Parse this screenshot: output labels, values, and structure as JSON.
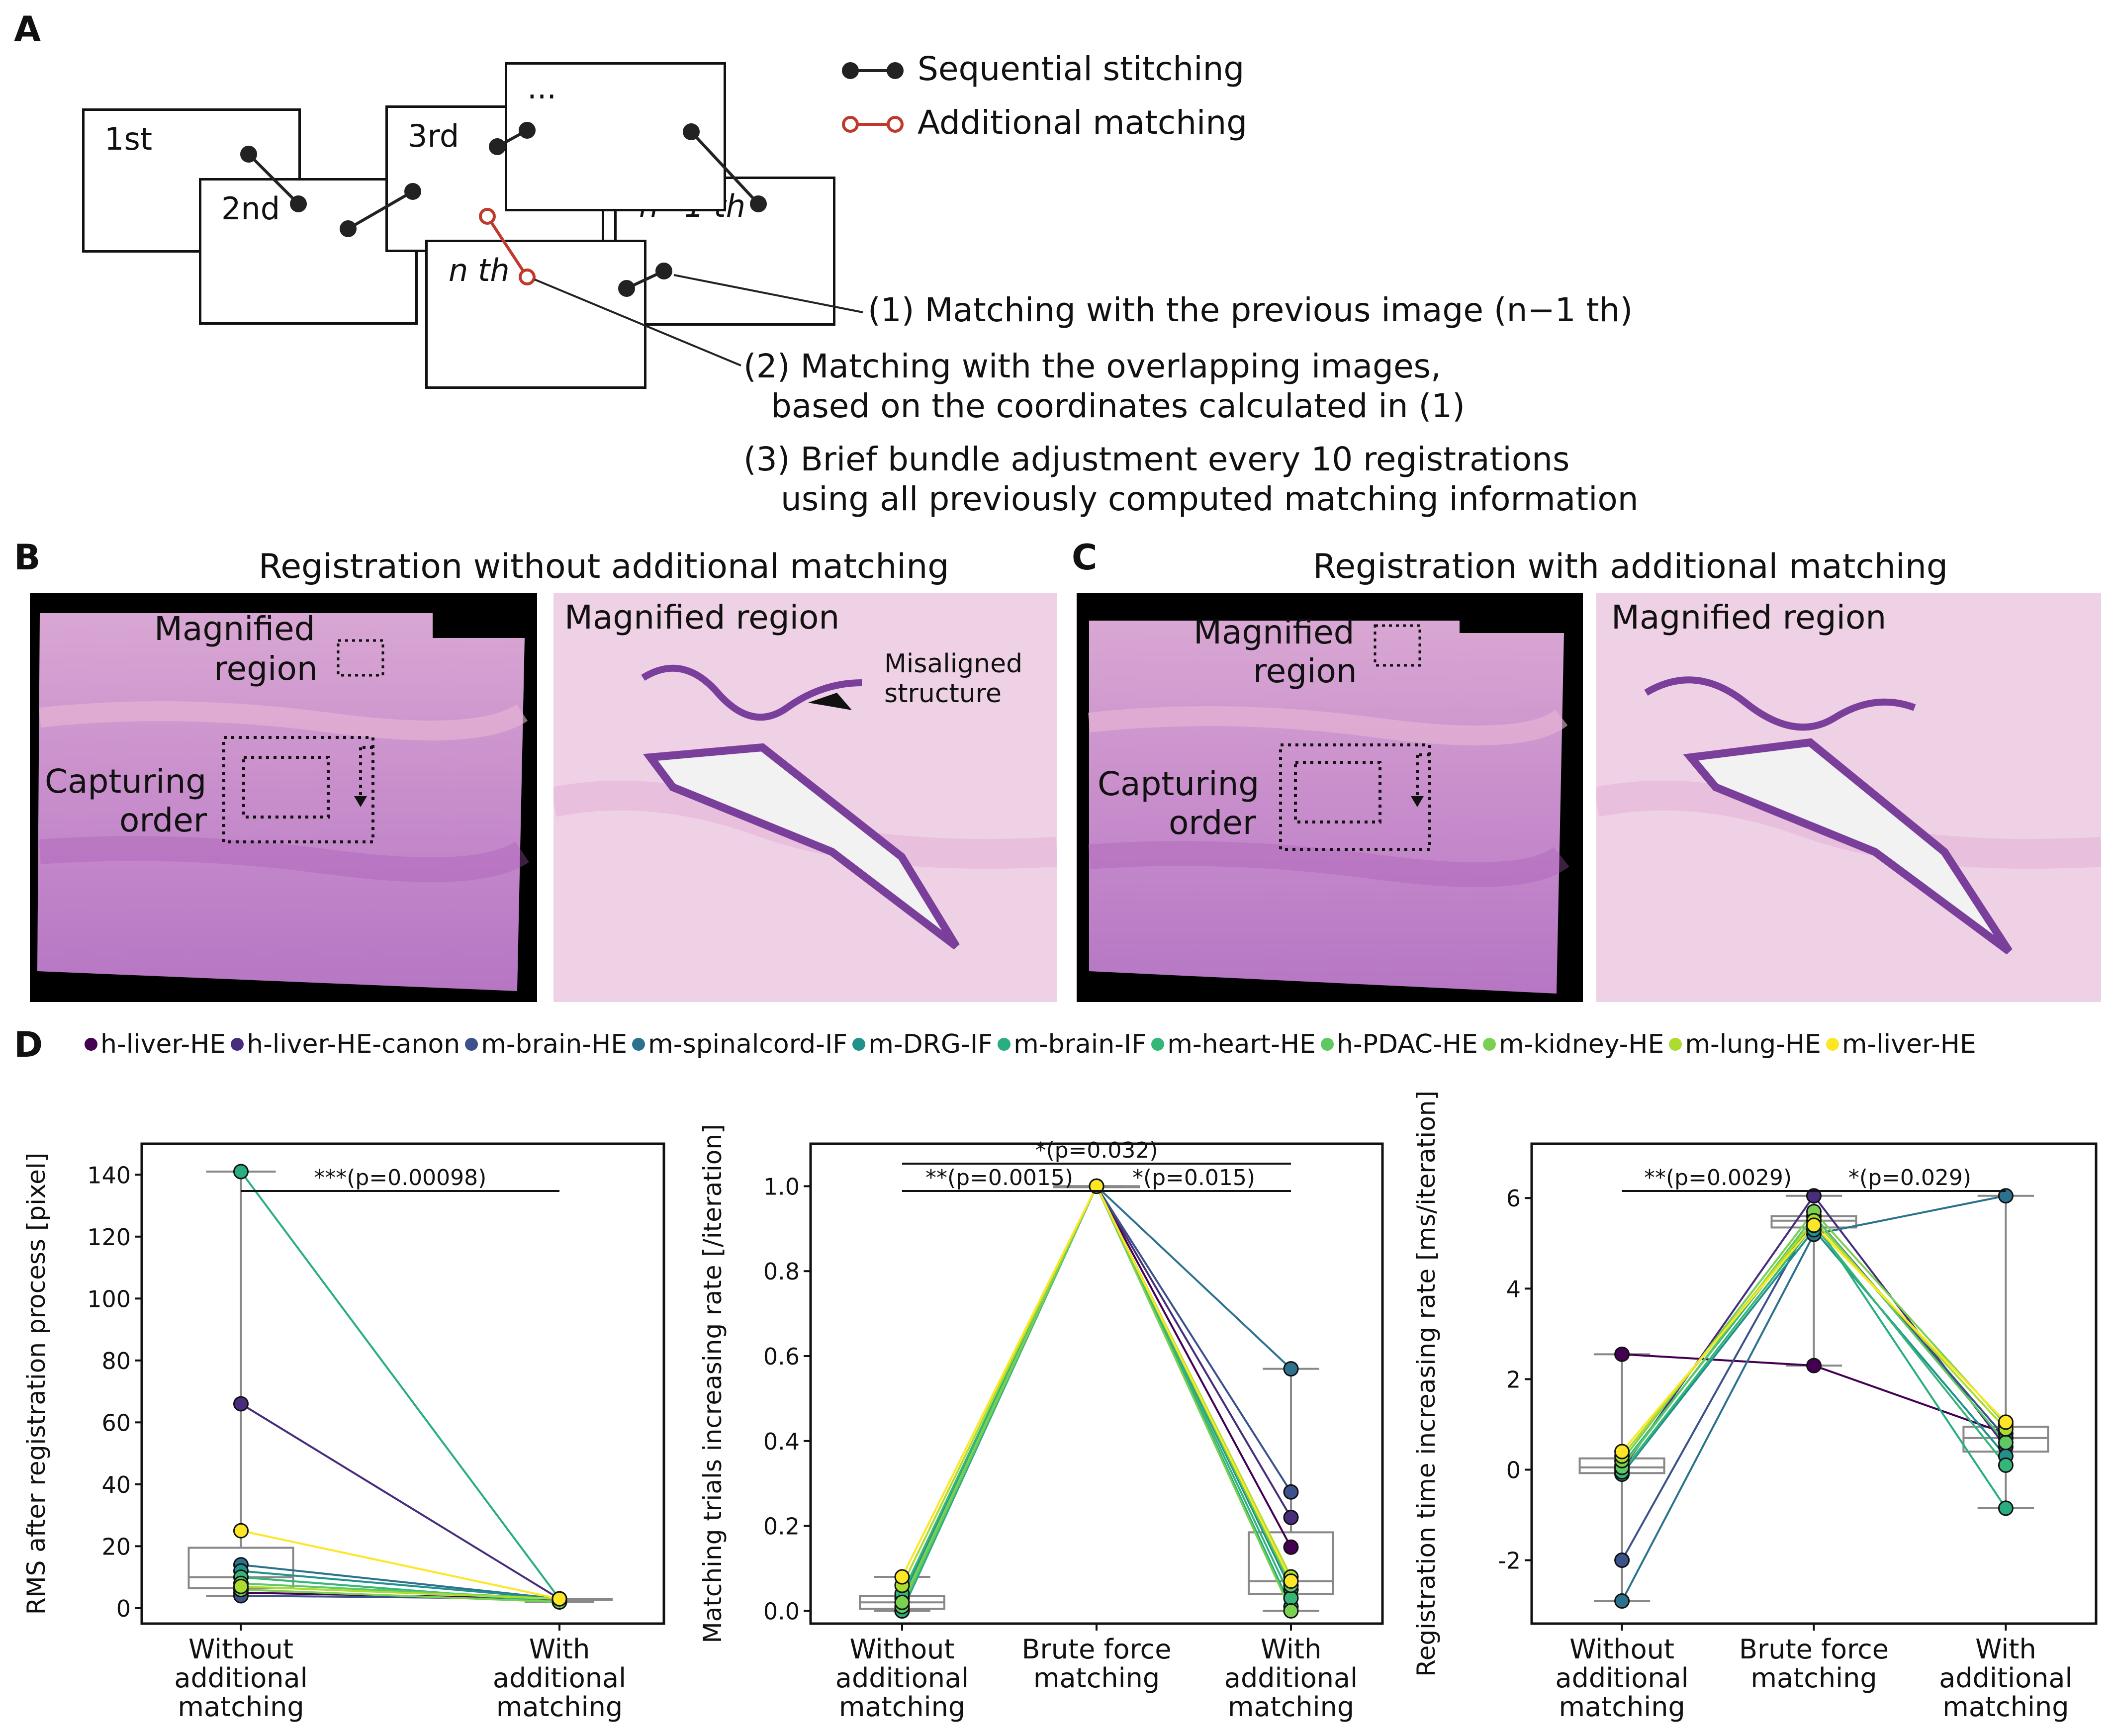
{
  "panels": {
    "A": "A",
    "B": "B",
    "C": "C",
    "D": "D"
  },
  "panel_a": {
    "tiles": {
      "first": "1st",
      "second": "2nd",
      "third": "3rd",
      "dots": "...",
      "n_minus_1": "n−1 th",
      "n": "n th"
    },
    "legend": {
      "sequential": "Sequential stitching",
      "additional": "Additional matching"
    },
    "step1": "(1) Matching with the previous image (n−1 th)",
    "step2_line1": "(2) Matching with the overlapping images,",
    "step2_line2": "based on the coordinates calculated in (1)",
    "step3_line1": "(3) Brief bundle adjustment every 10 registrations",
    "step3_line2": "using all previously computed matching information",
    "colors": {
      "sequential": "#222222",
      "additional": "#c0392b"
    }
  },
  "panel_b": {
    "title": "Registration without additional matching",
    "magnified_label_line1": "Magnified",
    "magnified_label_line2": "region",
    "capturing_line1": "Capturing",
    "capturing_line2": "order",
    "zoom_title": "Magnified region",
    "misaligned_line1": "Misaligned",
    "misaligned_line2": "structure"
  },
  "panel_c": {
    "title": "Registration with additional matching",
    "magnified_label_line1": "Magnified",
    "magnified_label_line2": "region",
    "capturing_line1": "Capturing",
    "capturing_line2": "order",
    "zoom_title": "Magnified region"
  },
  "legend_d": [
    {
      "name": "h-liver-HE",
      "color": "#440154"
    },
    {
      "name": "h-liver-HE-canon",
      "color": "#472d7b"
    },
    {
      "name": "m-brain-HE",
      "color": "#3b528b"
    },
    {
      "name": "m-spinalcord-IF",
      "color": "#2c728e"
    },
    {
      "name": "m-DRG-IF",
      "color": "#21918c"
    },
    {
      "name": "m-brain-IF",
      "color": "#28ae80"
    },
    {
      "name": "m-heart-HE",
      "color": "#34b679"
    },
    {
      "name": "h-PDAC-HE",
      "color": "#5ec962"
    },
    {
      "name": "m-kidney-HE",
      "color": "#7ad151"
    },
    {
      "name": "m-lung-HE",
      "color": "#addc30"
    },
    {
      "name": "m-liver-HE",
      "color": "#fde725"
    }
  ],
  "chart_data": [
    {
      "type": "box",
      "ylabel": "RMS after registration process [pixel]",
      "categories": [
        "Without additional matching",
        "With additional matching"
      ],
      "category_lines": [
        [
          "Without",
          "additional",
          "matching"
        ],
        [
          "With",
          "additional",
          "matching"
        ]
      ],
      "yticks": [
        0,
        20,
        40,
        60,
        80,
        100,
        120,
        140
      ],
      "ylim": [
        -5,
        150
      ],
      "annotations": [
        {
          "text": "***(p=0.00098)",
          "from": 0,
          "to": 1,
          "level": 0
        }
      ],
      "series": [
        {
          "name": "h-liver-HE",
          "values": [
            5,
            3
          ]
        },
        {
          "name": "h-liver-HE-canon",
          "values": [
            66,
            3
          ]
        },
        {
          "name": "m-brain-HE",
          "values": [
            4,
            3
          ]
        },
        {
          "name": "m-spinalcord-IF",
          "values": [
            14,
            3
          ]
        },
        {
          "name": "m-DRG-IF",
          "values": [
            12,
            3
          ]
        },
        {
          "name": "m-brain-IF",
          "values": [
            141,
            3
          ]
        },
        {
          "name": "m-heart-HE",
          "values": [
            10,
            2
          ]
        },
        {
          "name": "h-PDAC-HE",
          "values": [
            8,
            3
          ]
        },
        {
          "name": "m-kidney-HE",
          "values": [
            6,
            2
          ]
        },
        {
          "name": "m-lung-HE",
          "values": [
            7,
            3
          ]
        },
        {
          "name": "m-liver-HE",
          "values": [
            25,
            3
          ]
        }
      ]
    },
    {
      "type": "box",
      "ylabel": "Matching trials increasing rate [/iteration]",
      "categories": [
        "Without additional matching",
        "Brute force matching",
        "With additional matching"
      ],
      "category_lines": [
        [
          "Without",
          "additional",
          "matching"
        ],
        [
          "Brute force",
          "matching"
        ],
        [
          "With",
          "additional",
          "matching"
        ]
      ],
      "yticks": [
        0.0,
        0.2,
        0.4,
        0.6,
        0.8,
        1.0
      ],
      "ylim": [
        -0.03,
        1.1
      ],
      "annotations": [
        {
          "text": "**(p=0.0015)",
          "from": 0,
          "to": 1,
          "level": 0
        },
        {
          "text": "*(p=0.015)",
          "from": 1,
          "to": 2,
          "level": 0
        },
        {
          "text": "*(p=0.032)",
          "from": 0,
          "to": 2,
          "level": 1
        }
      ],
      "series": [
        {
          "name": "h-liver-HE",
          "values": [
            0.0,
            1.0,
            0.15
          ]
        },
        {
          "name": "h-liver-HE-canon",
          "values": [
            0.01,
            1.0,
            0.22
          ]
        },
        {
          "name": "m-brain-HE",
          "values": [
            0.0,
            1.0,
            0.28
          ]
        },
        {
          "name": "m-spinalcord-IF",
          "values": [
            0.02,
            1.0,
            0.57
          ]
        },
        {
          "name": "m-DRG-IF",
          "values": [
            0.03,
            1.0,
            0.05
          ]
        },
        {
          "name": "m-brain-IF",
          "values": [
            0.0,
            1.0,
            0.01
          ]
        },
        {
          "name": "m-heart-HE",
          "values": [
            0.04,
            1.0,
            0.03
          ]
        },
        {
          "name": "h-PDAC-HE",
          "values": [
            0.01,
            1.0,
            0.06
          ]
        },
        {
          "name": "m-kidney-HE",
          "values": [
            0.02,
            1.0,
            0.0
          ]
        },
        {
          "name": "m-lung-HE",
          "values": [
            0.06,
            1.0,
            0.08
          ]
        },
        {
          "name": "m-liver-HE",
          "values": [
            0.08,
            1.0,
            0.07
          ]
        }
      ]
    },
    {
      "type": "box",
      "ylabel": "Registration time increasing rate [ms/iteration]",
      "categories": [
        "Without additional matching",
        "Brute force matching",
        "With additional matching"
      ],
      "category_lines": [
        [
          "Without",
          "additional",
          "matching"
        ],
        [
          "Brute force",
          "matching"
        ],
        [
          "With",
          "additional",
          "matching"
        ]
      ],
      "yticks": [
        -2,
        0,
        2,
        4,
        6
      ],
      "ylim": [
        -3.4,
        7.2
      ],
      "annotations": [
        {
          "text": "**(p=0.0029)",
          "from": 0,
          "to": 1,
          "level": 0
        },
        {
          "text": "*(p=0.029)",
          "from": 1,
          "to": 2,
          "level": 0
        }
      ],
      "series": [
        {
          "name": "h-liver-HE",
          "values": [
            2.55,
            2.3,
            0.8
          ]
        },
        {
          "name": "h-liver-HE-canon",
          "values": [
            0.0,
            6.05,
            0.5
          ]
        },
        {
          "name": "m-brain-HE",
          "values": [
            -2.0,
            5.6,
            0.7
          ]
        },
        {
          "name": "m-spinalcord-IF",
          "values": [
            -2.9,
            5.2,
            6.05
          ]
        },
        {
          "name": "m-DRG-IF",
          "values": [
            -0.1,
            5.3,
            0.3
          ]
        },
        {
          "name": "m-brain-IF",
          "values": [
            0.1,
            5.5,
            -0.85
          ]
        },
        {
          "name": "m-heart-HE",
          "values": [
            -0.05,
            5.4,
            0.1
          ]
        },
        {
          "name": "h-PDAC-HE",
          "values": [
            0.05,
            5.6,
            0.6
          ]
        },
        {
          "name": "m-kidney-HE",
          "values": [
            0.2,
            5.7,
            1.0
          ]
        },
        {
          "name": "m-lung-HE",
          "values": [
            0.3,
            5.5,
            0.9
          ]
        },
        {
          "name": "m-liver-HE",
          "values": [
            0.4,
            5.4,
            1.05
          ]
        }
      ]
    }
  ]
}
